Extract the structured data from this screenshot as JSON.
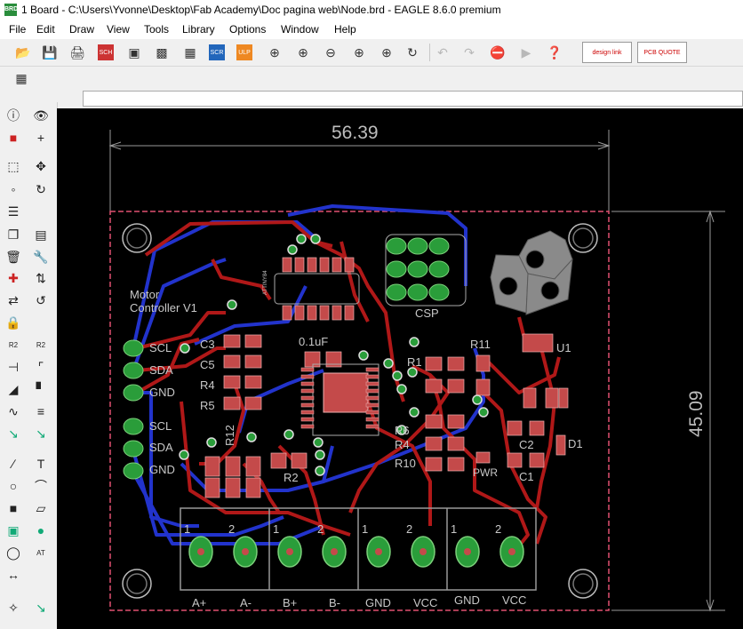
{
  "window": {
    "title": "1 Board - C:\\Users\\Yvonne\\Desktop\\Fab Academy\\Doc pagina web\\Node.brd - EAGLE 8.6.0 premium"
  },
  "menu": [
    "File",
    "Edit",
    "Draw",
    "View",
    "Tools",
    "Library",
    "Options",
    "Window",
    "Help"
  ],
  "toolbar": {
    "icons": [
      "open-icon",
      "save-icon",
      "print-icon",
      "sch-brd-switch-icon",
      "cam-icon",
      "manufacturing-icon",
      "library-icon",
      "script-icon",
      "ulp-icon",
      "zoom-fit-icon",
      "zoom-in-icon",
      "zoom-out-icon",
      "zoom-select-icon",
      "redraw-icon",
      "undo-icon",
      "redo-icon",
      "stop-icon",
      "go-icon",
      "help-icon"
    ],
    "design_link": "design link",
    "pcb_quote": "PCB QUOTE"
  },
  "command": {
    "value": ""
  },
  "board": {
    "title_line1": "Motor",
    "title_line2": "Controller V1",
    "width_dim": "56.39",
    "height_dim": "45.09",
    "labels": {
      "scl1": "SCL",
      "sda1": "SDA",
      "gnd1": "GND",
      "scl2": "SCL",
      "sda2": "SDA",
      "gnd2": "GND",
      "c3": "C3",
      "c5": "C5",
      "r4a": "R4",
      "r5": "R5",
      "r12": "R12",
      "r2": "R2",
      "cap": "0.1uF",
      "csp": "CSP",
      "r11": "R11",
      "u1": "U1",
      "r1": "R1",
      "r6": "R6",
      "r4b": "R4",
      "r10": "R10",
      "pwr": "PWR",
      "c2": "C2",
      "c1": "C1",
      "d1": "D1",
      "chip": "ATTINY84"
    },
    "connectors": [
      "A+",
      "A-",
      "B+",
      "B-",
      "GND",
      "VCC",
      "GND",
      "VCC"
    ],
    "pin1": "1",
    "pin2": "2"
  }
}
